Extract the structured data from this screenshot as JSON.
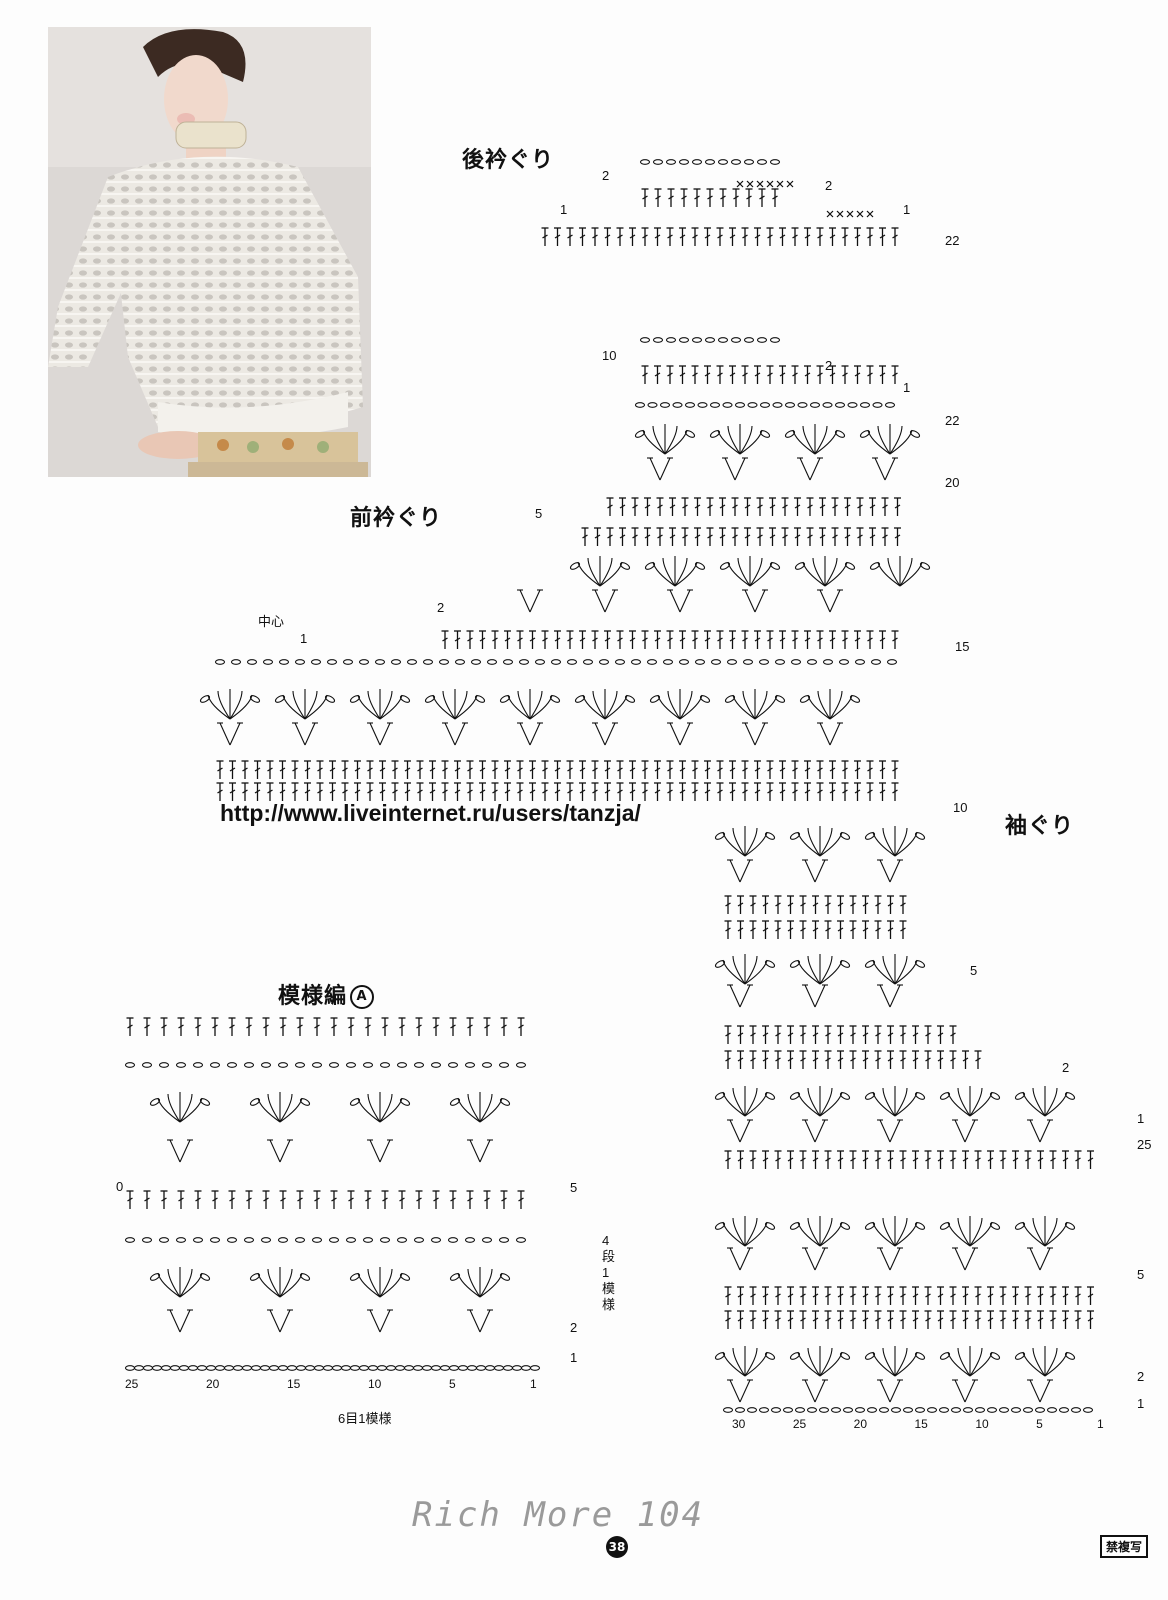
{
  "titles": {
    "back_neckline": "後衿ぐり",
    "front_neckline": "前衿ぐり",
    "armhole": "袖ぐり",
    "pattern_a": "模様編"
  },
  "pattern_a_circle": "A",
  "watermark": "http://www.liveinternet.ru/users/tanzja/",
  "brand": "Rich More 104",
  "page_number": "38",
  "copyright_stamp": "禁複写",
  "back_neck_rows": {
    "r2": "2",
    "r2_right": "2",
    "r1": "1",
    "r1_right": "1",
    "r22": "22"
  },
  "front_rows": {
    "r10": "10",
    "r2": "2",
    "r1": "1",
    "r22": "22",
    "r20": "20",
    "r5": "5",
    "r2_mid": "2",
    "r1_mid": "1",
    "r15": "15",
    "r10_side": "10"
  },
  "center_label": "中心",
  "armhole_rows": {
    "r5": "5",
    "r2": "2",
    "r1": "1",
    "r25": "25",
    "r5_b": "5",
    "r2_b": "2",
    "r1_b": "1"
  },
  "armhole_stitch_numbers": [
    "30",
    "25",
    "20",
    "15",
    "10",
    "5",
    "1"
  ],
  "pattern_a_rows": {
    "r0": "0",
    "r5": "5",
    "r2": "2",
    "r1": "1"
  },
  "pattern_a_stitch_numbers": [
    "25",
    "20",
    "15",
    "10",
    "5",
    "1"
  ],
  "repeat_rows_label": "4段1模様",
  "repeat_stitches_label": "6目1模様"
}
